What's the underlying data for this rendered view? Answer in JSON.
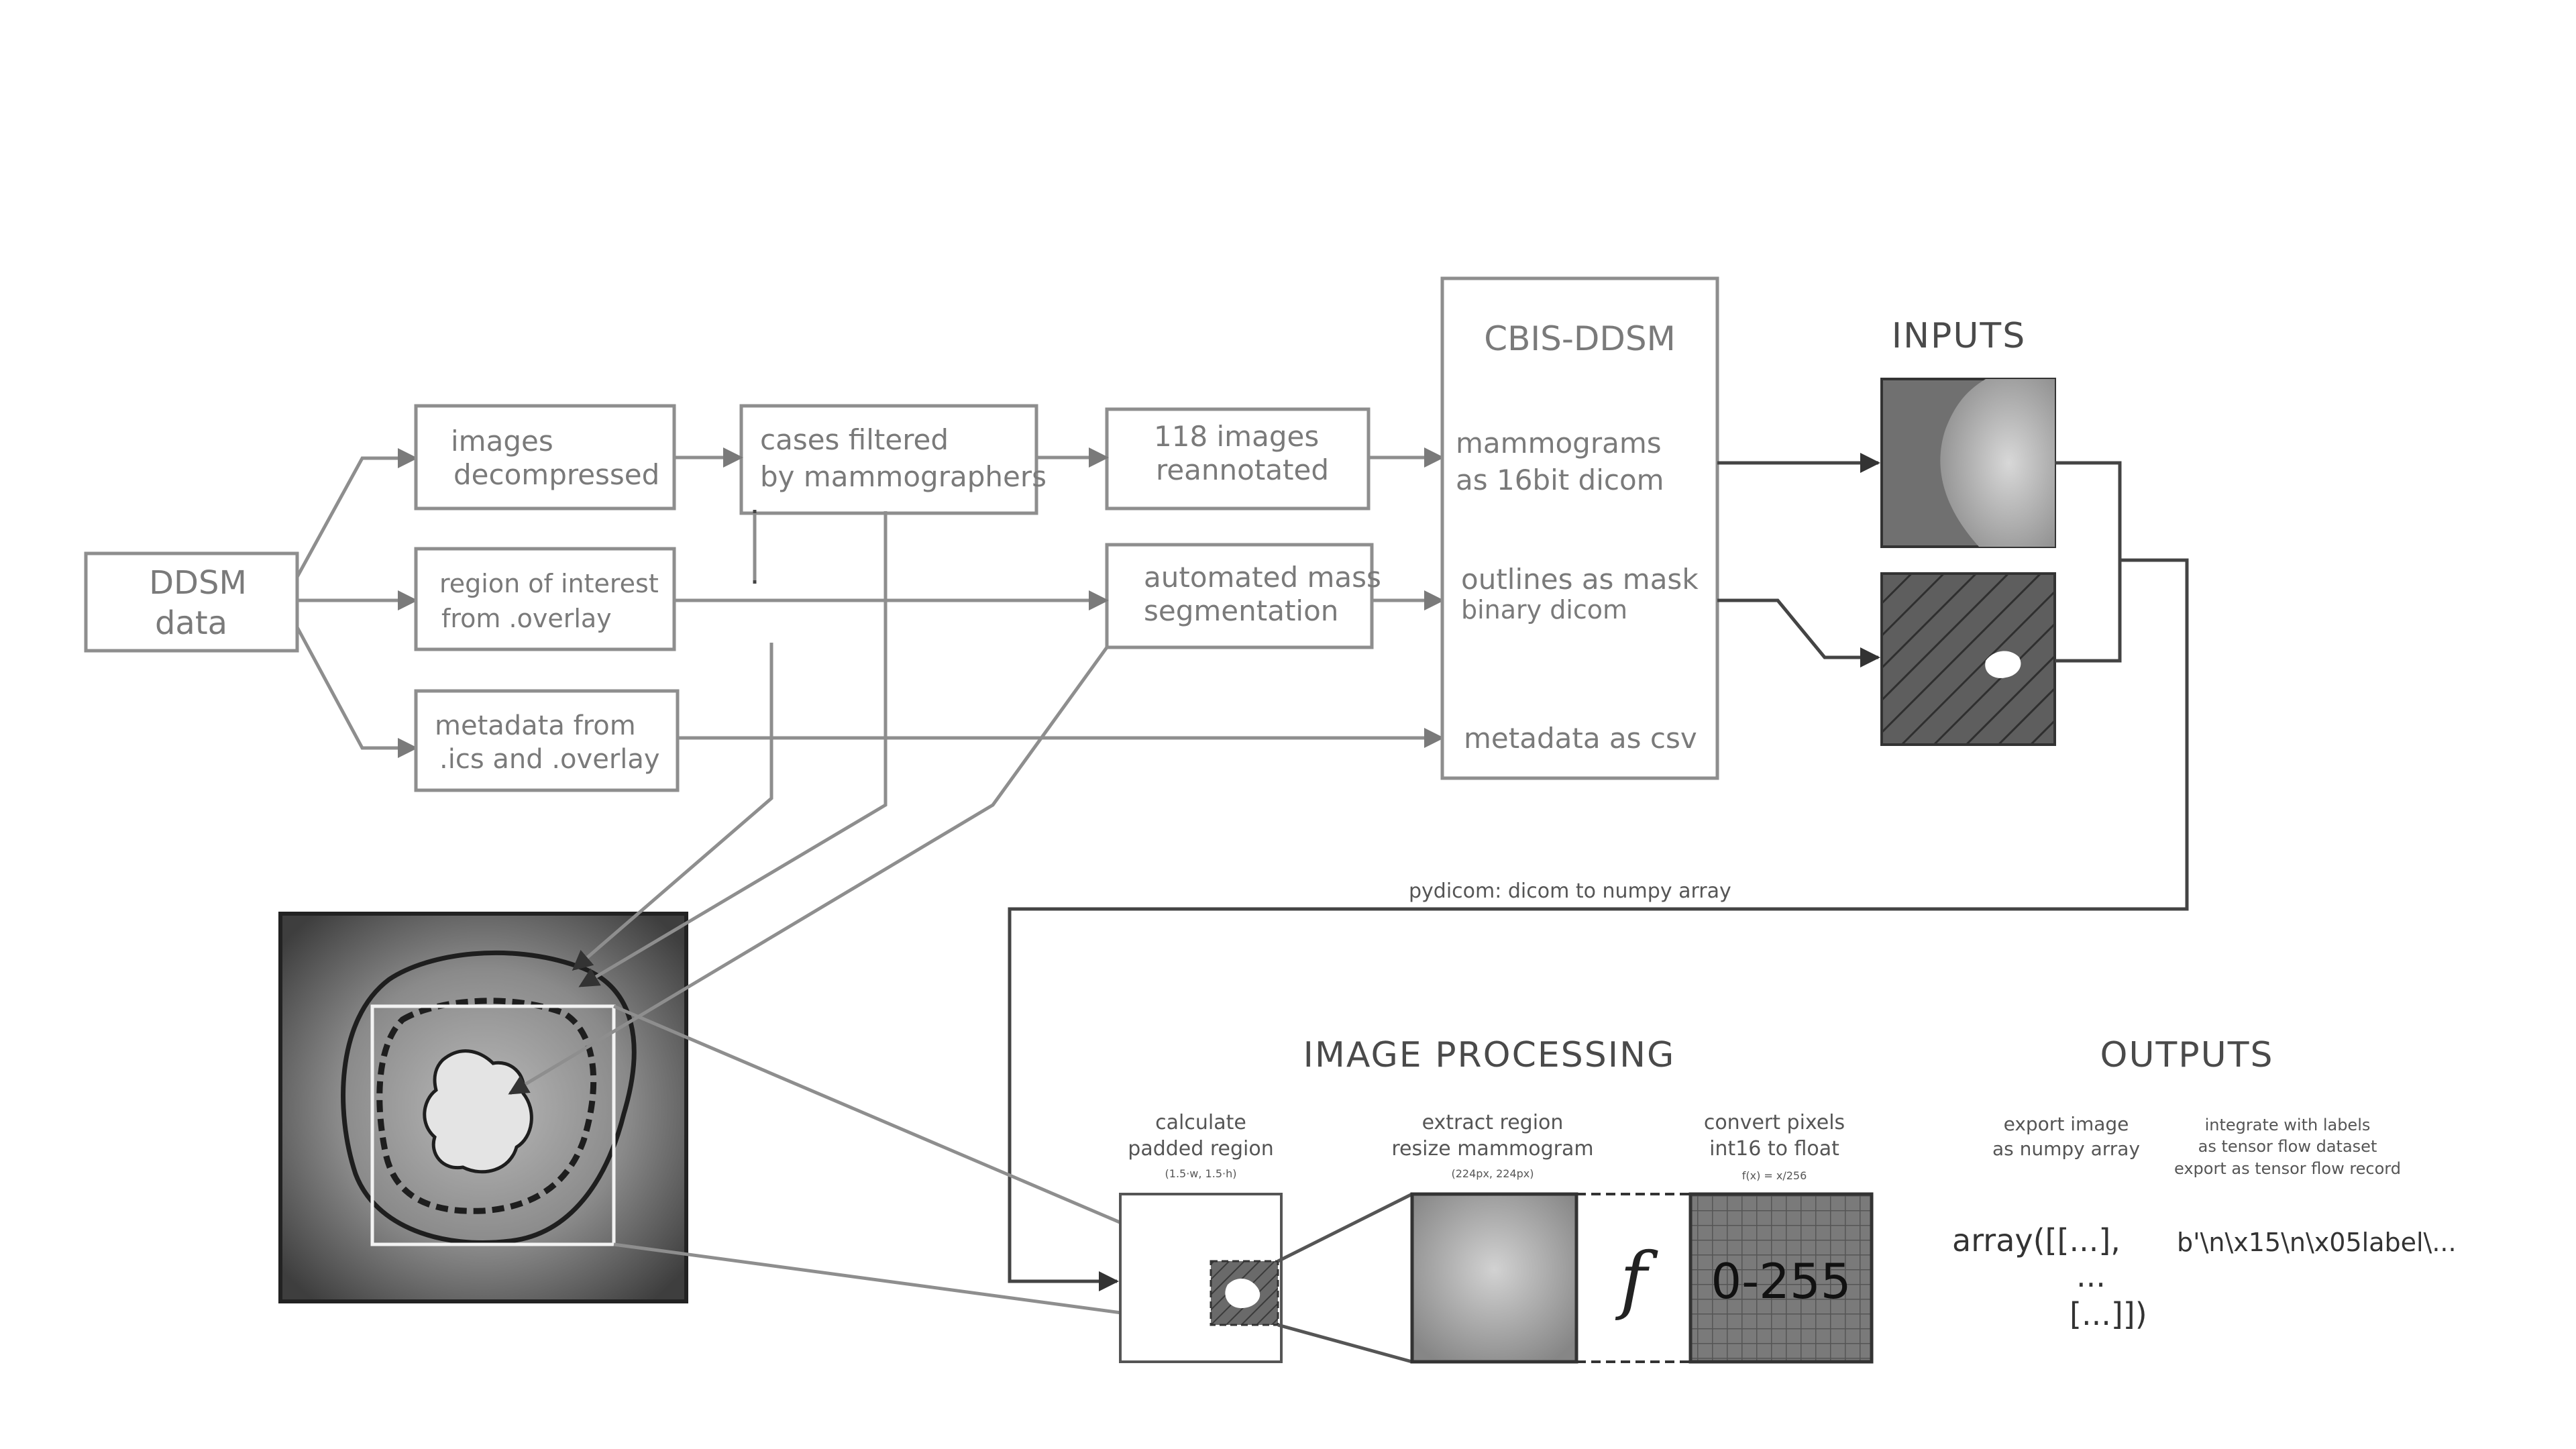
{
  "source": {
    "label_line1": "DDSM",
    "label_line2": "data"
  },
  "steps": {
    "decompressed": {
      "line1": "images",
      "line2": "decompressed"
    },
    "filtered": {
      "line1": "cases filtered",
      "line2": "by mammographers"
    },
    "reannotated": {
      "line1": "118 images",
      "line2": "reannotated"
    },
    "roi": {
      "line1": "region of interest",
      "line2": "from .overlay"
    },
    "segmentation": {
      "line1": "automated mass",
      "line2": "segmentation"
    },
    "metadata": {
      "line1": "metadata from",
      "line2": ".ics and .overlay"
    }
  },
  "cbis": {
    "title": "CBIS-DDSM",
    "item1_line1": "mammograms",
    "item1_line2": "as 16bit dicom",
    "item2_line1": "outlines as mask",
    "item2_line2": "binary dicom",
    "item3": "metadata as csv"
  },
  "inputs": {
    "title": "INPUTS"
  },
  "pydicom_label": "pydicom: dicom to numpy array",
  "processing": {
    "title": "IMAGE PROCESSING",
    "step1_line1": "calculate",
    "step1_line2": "padded region",
    "step1_note": "(1.5·w, 1.5·h)",
    "step2_line1": "extract region",
    "step2_line2": "resize mammogram",
    "step2_note": "(224px, 224px)",
    "step3_line1": "convert pixels",
    "step3_line2": "int16 to float",
    "step3_note": "f(x) = x/256",
    "function_symbol": "f",
    "pixel_range": "0-255"
  },
  "outputs": {
    "title": "OUTPUTS",
    "col1_line1": "export image",
    "col1_line2": "as numpy array",
    "col2_line1": "integrate with labels",
    "col2_line2": "as tensor flow dataset",
    "col2_line3": "export as tensor flow record",
    "array_line1": "array([[...],",
    "array_line2": "...",
    "array_line3": "[...]])",
    "record_text": "b'\\n\\x15\\n\\x05label\\..."
  }
}
